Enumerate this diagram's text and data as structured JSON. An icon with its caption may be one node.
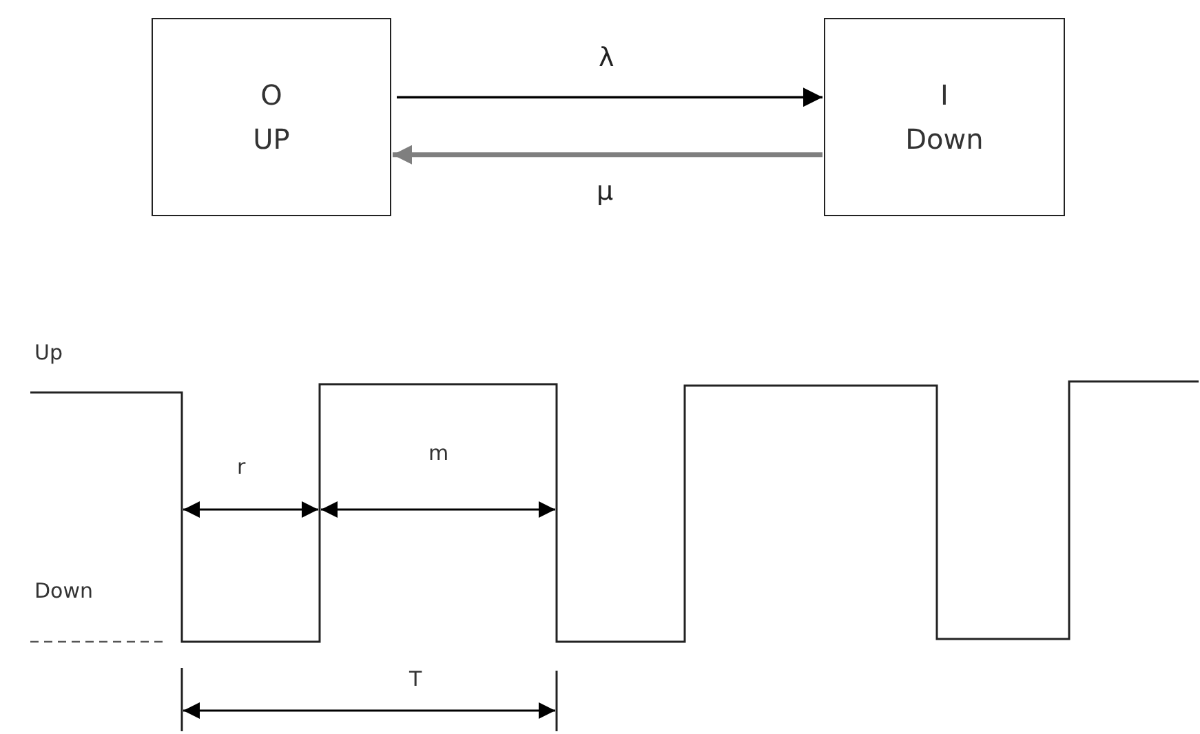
{
  "diagram": {
    "nodes": [
      {
        "text": [
          "O",
          "UP"
        ]
      },
      {
        "text": [
          "I",
          "Down"
        ]
      }
    ],
    "edges": [
      {
        "from": 0,
        "to": 1,
        "arrow": "to",
        "label": "λ"
      },
      {
        "from": 1,
        "to": 0,
        "arrow": "to",
        "label": "μ",
        "color": "#7f7f7f",
        "style": "thick"
      }
    ],
    "labels": [
      "Up",
      "r",
      "m",
      "Down",
      "T"
    ]
  }
}
